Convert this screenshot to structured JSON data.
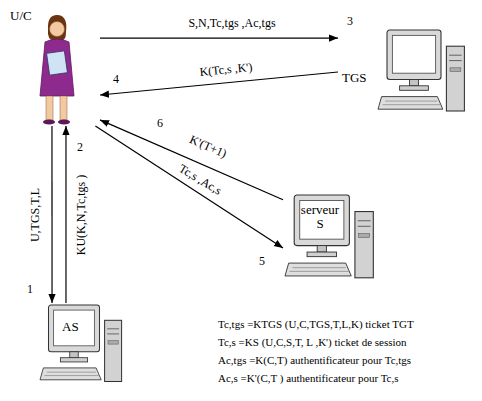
{
  "diagram": {
    "nodes": [
      {
        "text": [
          "U/C"
        ]
      },
      {
        "text": [
          "TGS"
        ]
      },
      {
        "text": [
          "serveur S"
        ]
      },
      {
        "text": [
          "AS"
        ]
      }
    ],
    "edges": [
      {
        "from": 0,
        "to": 3,
        "label": "U,TGS,T,L",
        "arrow": "to"
      },
      {
        "from": 3,
        "to": 0,
        "label": "KU(K,N,Tc,tgs )",
        "arrow": "to"
      },
      {
        "from": 0,
        "to": 1,
        "label": "S,N,Tc,tgs ,Ac,tgs",
        "arrow": "to"
      },
      {
        "from": 1,
        "to": 0,
        "label": "K(Tc,s ,K')",
        "arrow": "to"
      },
      {
        "from": 0,
        "to": 2,
        "label": "Tc,s ,Ac,s",
        "arrow": "to"
      },
      {
        "from": 2,
        "to": 0,
        "label": "K'(T+1)",
        "arrow": "to"
      }
    ],
    "labels": [
      "1",
      "2",
      "3",
      "4",
      "5",
      "6",
      "Tc,tgs =KTGS (U,C,TGS,T,L,K) ticket TGT",
      "Tc,s =KS (U,C,S,T, L ,K') ticket de session",
      "Ac,tgs =K(C,T) authentificateur pour Tc,tgs",
      "Ac,s =K'(C,T ) authentificateur pour Tc,s"
    ]
  }
}
